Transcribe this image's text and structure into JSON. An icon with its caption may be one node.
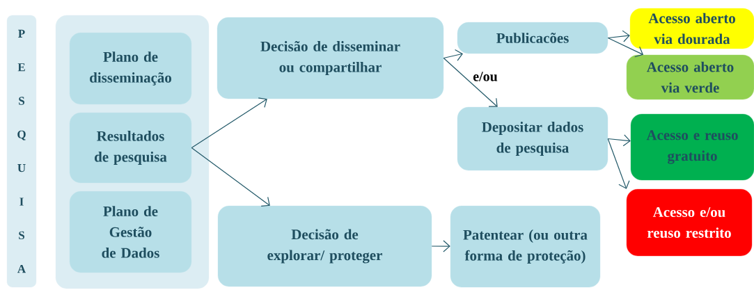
{
  "diagram": {
    "nodes": [
      {
        "text": [
          "P E S Q U I S A"
        ]
      },
      {
        "text": [],
        "shape": "box"
      },
      {
        "text": [
          "Plano de disseminação"
        ],
        "in": 1
      },
      {
        "text": [
          "Resultados de pesquisa"
        ],
        "in": 1
      },
      {
        "text": [
          "Plano de Gestão de Dados"
        ],
        "in": 1
      },
      {
        "text": [
          "Decisão de disseminar ou compartilhar"
        ]
      },
      {
        "text": [
          "Decisão de explorar/ proteger"
        ]
      },
      {
        "text": [
          "Publicacões"
        ]
      },
      {
        "text": [
          "Depositar dados de pesquisa"
        ]
      },
      {
        "text": [
          "Patentear (ou outra forma de proteção)"
        ]
      },
      {
        "text": [
          "Acesso aberto via dourada"
        ]
      },
      {
        "text": [
          "Acesso aberto via verde"
        ]
      },
      {
        "text": [
          "Acesso e reuso gratuito"
        ]
      },
      {
        "text": [
          "Acesso e/ou reuso restrito"
        ]
      }
    ],
    "edges": [
      {
        "from": 3,
        "to": 5,
        "arrow": "to"
      },
      {
        "from": 3,
        "to": 6,
        "arrow": "to"
      },
      {
        "from": 5,
        "to": 7,
        "arrow": "to"
      },
      {
        "from": 5,
        "to": 8,
        "arrow": "to"
      },
      {
        "from": 6,
        "to": 9,
        "arrow": "to"
      },
      {
        "from": 7,
        "to": 10,
        "arrow": "to"
      },
      {
        "from": 7,
        "to": 11,
        "arrow": "to"
      },
      {
        "from": 8,
        "to": 12,
        "arrow": "to"
      },
      {
        "from": 8,
        "to": 13,
        "arrow": "to"
      }
    ],
    "labels": [
      "e/ou"
    ]
  }
}
